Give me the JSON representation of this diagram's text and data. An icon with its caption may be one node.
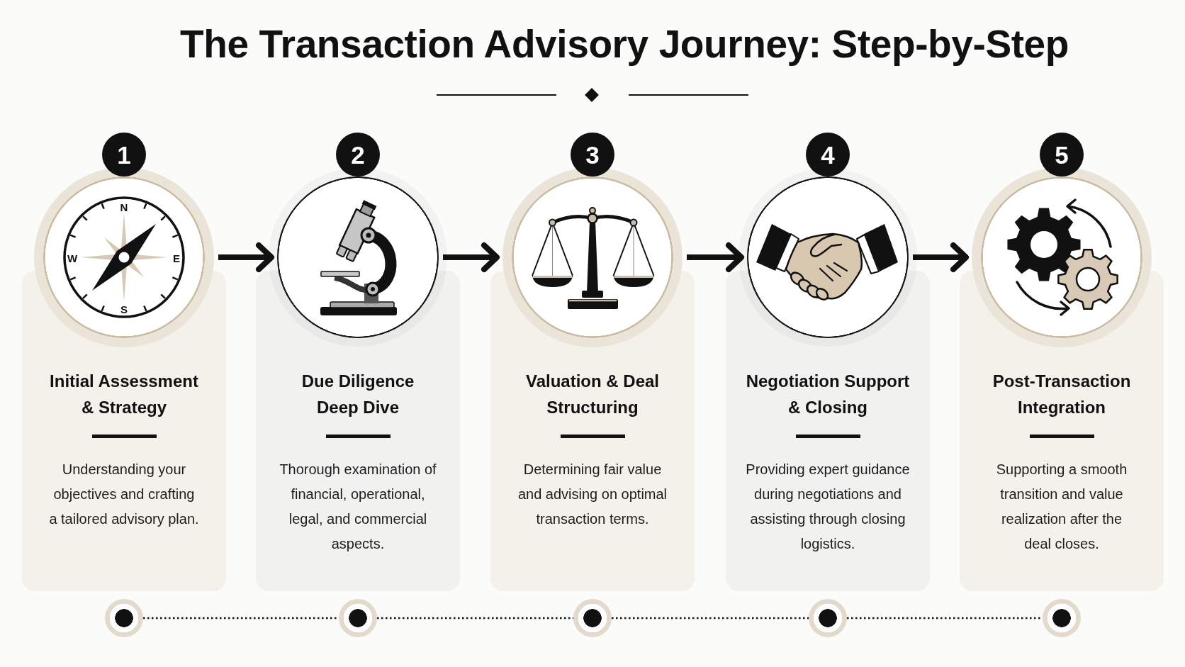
{
  "diagram": {
    "title": "The Transaction Advisory Journey: Step-by-Step",
    "nodes": [
      {
        "text": [
          "1"
        ]
      },
      {
        "text": [],
        "shape": "circle"
      },
      {
        "text": [
          "Initial Assessment & Strategy",
          "Understanding your objectives and crafting a tailored advisory plan."
        ]
      },
      {
        "text": [],
        "shape": "circle"
      },
      {
        "text": [
          "2"
        ]
      },
      {
        "text": [],
        "shape": "circle"
      },
      {
        "text": [
          "Due Diligence Deep Dive",
          "Thorough examination of financial, operational, legal, and commercial aspects."
        ]
      },
      {
        "text": [],
        "shape": "circle"
      },
      {
        "text": [
          "3"
        ]
      },
      {
        "text": [],
        "shape": "circle"
      },
      {
        "text": [
          "Valuation & Deal Structuring",
          "Determining fair value and advising on optimal transaction terms."
        ]
      },
      {
        "text": [],
        "shape": "circle"
      },
      {
        "text": [
          "4"
        ]
      },
      {
        "text": [],
        "shape": "circle"
      },
      {
        "text": [
          "Negotiation Support & Closing",
          "Providing expert guidance during negotiations and assisting through closing logistics."
        ]
      },
      {
        "text": [],
        "shape": "circle"
      },
      {
        "text": [
          "5"
        ]
      },
      {
        "text": [],
        "shape": "circle"
      },
      {
        "text": [
          "Post-Transaction Integration",
          "Supporting a smooth transition and value realization after the deal closes."
        ]
      },
      {
        "text": [],
        "shape": "circle"
      }
    ],
    "edges": [
      {
        "from": 1,
        "to": 5,
        "arrow": "to",
        "style": "thick"
      },
      {
        "from": 5,
        "to": 9,
        "arrow": "to",
        "style": "thick"
      },
      {
        "from": 9,
        "to": 13,
        "arrow": "to",
        "style": "thick"
      },
      {
        "from": 13,
        "to": 17,
        "arrow": "to",
        "style": "thick"
      },
      {
        "from": 3,
        "to": 7,
        "arrow": "none",
        "style": "dashed"
      },
      {
        "from": 7,
        "to": 11,
        "arrow": "none",
        "style": "dashed"
      },
      {
        "from": 11,
        "to": 15,
        "arrow": "none",
        "style": "dashed"
      },
      {
        "from": 15,
        "to": 19,
        "arrow": "none",
        "style": "dashed"
      }
    ],
    "labels": [
      "N",
      "W",
      "E",
      "S"
    ]
  }
}
